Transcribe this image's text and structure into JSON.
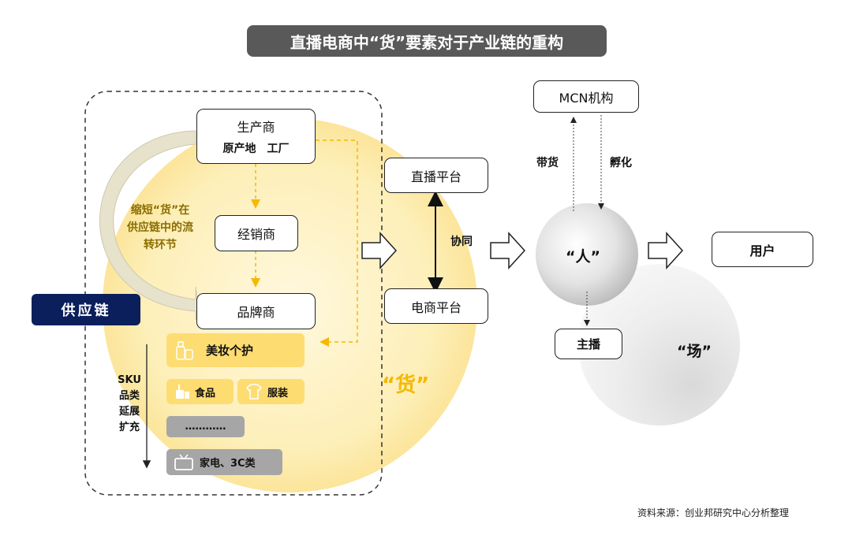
{
  "title": "直播电商中“货”要素对于产业链的重构",
  "supply_chain": {
    "label": "供应链",
    "producer": {
      "title": "生产商",
      "sub": "原产地　工厂"
    },
    "distributor": "经销商",
    "brand": "品牌商",
    "shorten_note": [
      "缩短“货”在",
      "供应链中的流",
      "转环节"
    ],
    "goods_label": "“货”",
    "sku_label": [
      "SKU",
      "品类",
      "延展",
      "扩充"
    ],
    "categories": {
      "beauty": "美妆个护",
      "food": "食品",
      "clothing": "服装",
      "more": "…………",
      "appliances": "家电、3C类"
    }
  },
  "platforms": {
    "live": "直播平台",
    "ecommerce": "电商平台",
    "collab": "协同"
  },
  "right": {
    "mcn": "MCN机构",
    "carry_goods": "带货",
    "incubate": "孵化",
    "people": "“人”",
    "scene": "“场”",
    "host": "主播",
    "user": "用户"
  },
  "colors": {
    "gold": "#f5b800",
    "yellow_fill": "#fddc72",
    "navy": "#0b1f5c",
    "title_bg": "#595959"
  },
  "source": "资料来源：创业邦研究中心分析整理"
}
